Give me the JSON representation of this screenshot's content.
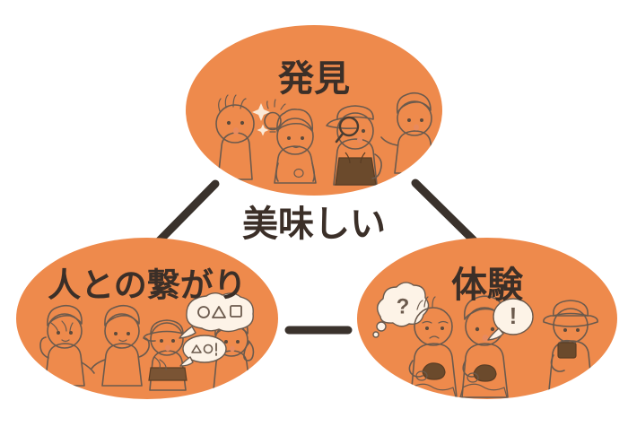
{
  "diagram": {
    "type": "triangle-concept-map",
    "background_color": "#ffffff",
    "node_fill_color": "#ee8a4c",
    "label_color": "#3b2f28",
    "connector_color": "#3a322c",
    "center": {
      "label": "美味しい"
    },
    "nodes": [
      {
        "id": "discovery",
        "label": "発見",
        "position": "top",
        "illustration": "four-people-discovering",
        "figure_count": 4
      },
      {
        "id": "connection",
        "label": "人との繋がり",
        "position": "bottom-left",
        "illustration": "people-holding-hands-and-talking",
        "figure_count": 4
      },
      {
        "id": "experience",
        "label": "体験",
        "position": "bottom-right",
        "illustration": "people-eating-onigiri",
        "figure_count": 4
      }
    ],
    "connectors": [
      {
        "id": "connector-top-left",
        "from": "connection",
        "to": "discovery"
      },
      {
        "id": "connector-top-right",
        "from": "discovery",
        "to": "experience"
      },
      {
        "id": "connector-bottom",
        "from": "connection",
        "to": "experience"
      }
    ],
    "speech_bubbles": [
      {
        "id": "bubble-shapes",
        "text": "○△▢"
      },
      {
        "id": "bubble-small",
        "text": "△○!"
      },
      {
        "id": "bubble-question",
        "text": "?"
      },
      {
        "id": "bubble-exclaim",
        "text": "!"
      }
    ]
  }
}
